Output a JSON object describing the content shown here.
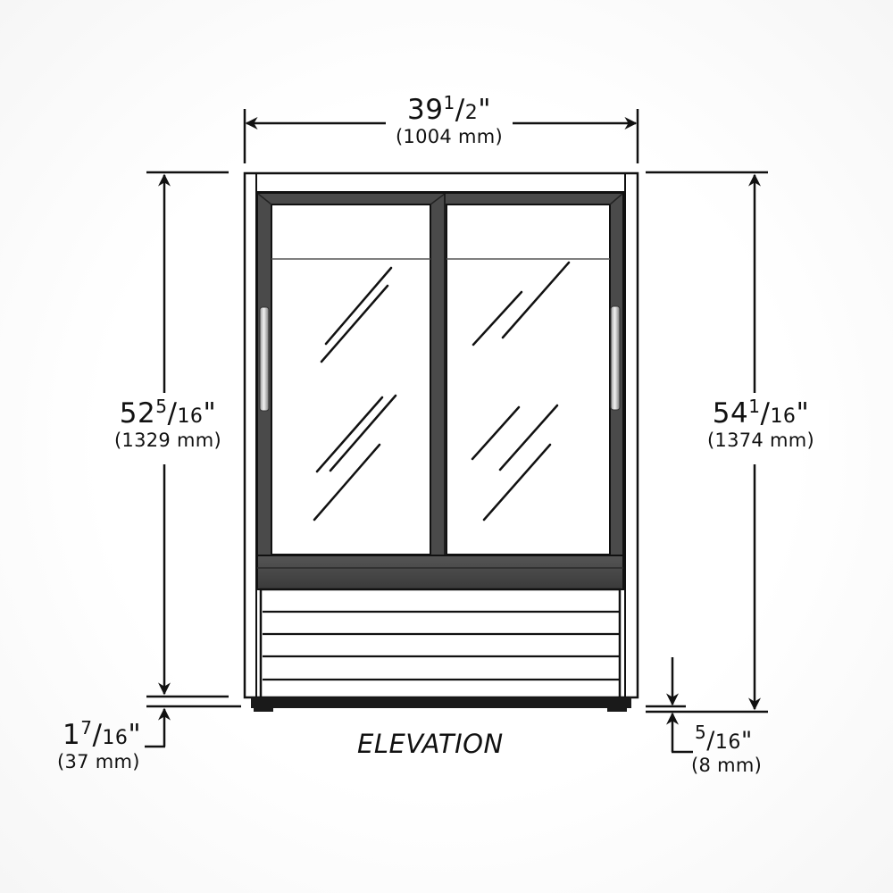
{
  "diagram": {
    "title": "ELEVATION",
    "view": "front elevation of two-door sliding glass merchandiser cabinet",
    "colors": {
      "line": "#111111",
      "frame": "#4a4a4a",
      "frame_dark": "#2b2b2b",
      "background": "#ffffff"
    },
    "dimensions": {
      "width": {
        "whole": "39",
        "num": "1",
        "den": "2",
        "inch_mark": "\"",
        "metric": "(1004 mm)"
      },
      "height_body": {
        "whole": "52",
        "num": "5",
        "den": "16",
        "inch_mark": "\"",
        "metric": "(1329 mm)"
      },
      "height_overall": {
        "whole": "54",
        "num": "1",
        "den": "16",
        "inch_mark": "\"",
        "metric": "(1374 mm)"
      },
      "base_left": {
        "whole": "1",
        "num": "7",
        "den": "16",
        "inch_mark": "\"",
        "metric": "(37 mm)"
      },
      "base_right": {
        "whole": "",
        "num": "5",
        "den": "16",
        "inch_mark": "\"",
        "metric": "(8 mm)"
      }
    },
    "components": {
      "doors": 2,
      "door_type": "sliding glass",
      "handles": 2,
      "grille_slats": 5,
      "feet": 2
    }
  }
}
